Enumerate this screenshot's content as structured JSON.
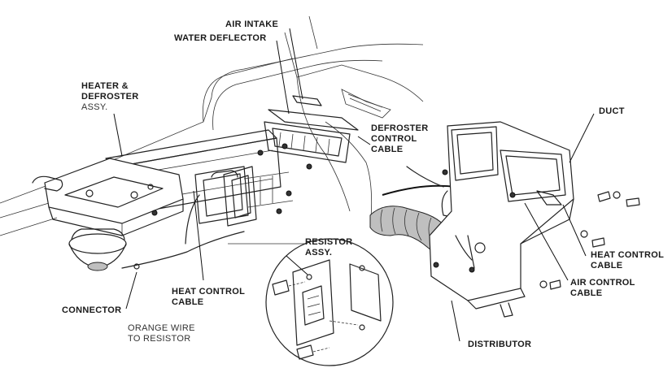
{
  "labels": {
    "air_intake": "AIR INTAKE",
    "water_deflector": "WATER DEFLECTOR",
    "heater_defroster_line1": "HEATER &",
    "heater_defroster_line2": "DEFROSTER",
    "heater_defroster_line3": "ASSY.",
    "defroster_control_line1": "DEFROSTER",
    "defroster_control_line2": "CONTROL",
    "defroster_control_line3": "CABLE",
    "duct": "DUCT",
    "resistor_line1": "RESISTOR",
    "resistor_line2": "ASSY.",
    "heat_control_cable_left_line1": "HEAT CONTROL",
    "heat_control_cable_left_line2": "CABLE",
    "heat_control_cable_right_line1": "HEAT CONTROL",
    "heat_control_cable_right_line2": "CABLE",
    "air_control_cable_line1": "AIR CONTROL",
    "air_control_cable_line2": "CABLE",
    "connector": "CONNECTOR",
    "orange_wire_line1": "ORANGE WIRE",
    "orange_wire_line2": "TO RESISTOR",
    "distributor": "DISTRIBUTOR"
  },
  "colors": {
    "ink": "#222222",
    "paper": "#ffffff"
  }
}
